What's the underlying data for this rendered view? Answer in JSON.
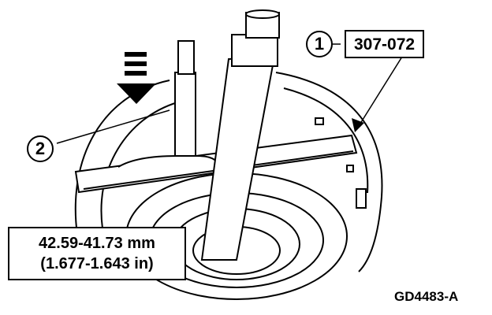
{
  "callouts": [
    {
      "number": "1"
    },
    {
      "number": "2"
    }
  ],
  "tool_part_number": "307-072",
  "specification": {
    "metric": "42.59-41.73 mm",
    "imperial": "(1.677-1.643 in)"
  },
  "figure_id": "GD4483-A",
  "icons": {
    "press_direction": "arrow-down-icon"
  }
}
